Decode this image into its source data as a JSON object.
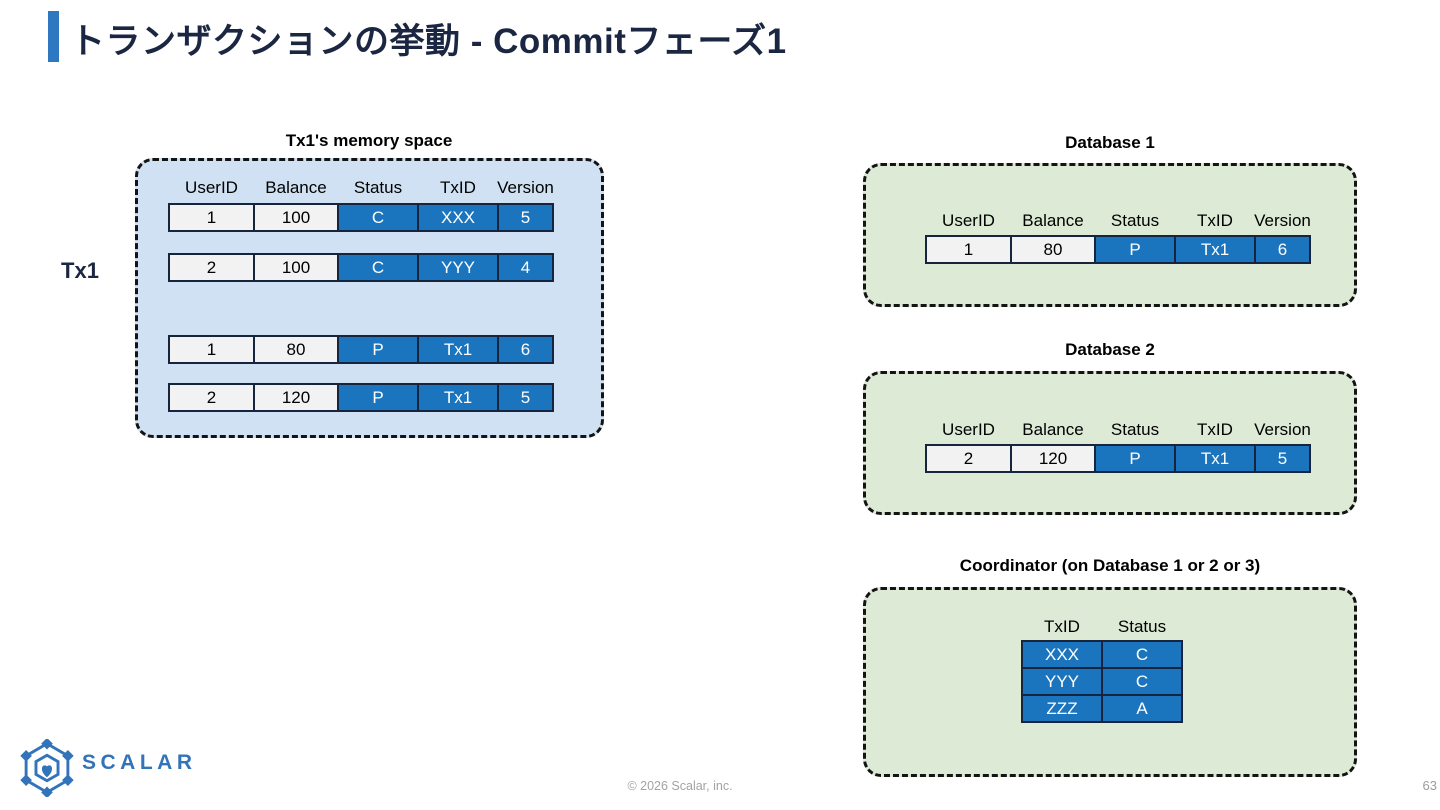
{
  "slide": {
    "title": "トランザクションの挙動 - Commitフェーズ1"
  },
  "memory_table": {
    "tx_label": "Tx1",
    "title": "Tx1's memory space",
    "headers": [
      "UserID",
      "Balance",
      "Status",
      "TxID",
      "Version"
    ],
    "rows": [
      [
        "1",
        "100",
        "C",
        "XXX",
        "5"
      ],
      [
        "2",
        "100",
        "C",
        "YYY",
        "4"
      ],
      [
        "1",
        "80",
        "P",
        "Tx1",
        "6"
      ],
      [
        "2",
        "120",
        "P",
        "Tx1",
        "5"
      ]
    ]
  },
  "database1": {
    "title": "Database 1",
    "headers": [
      "UserID",
      "Balance",
      "Status",
      "TxID",
      "Version"
    ],
    "rows": [
      [
        "1",
        "80",
        "P",
        "Tx1",
        "6"
      ]
    ]
  },
  "database2": {
    "title": "Database 2",
    "headers": [
      "UserID",
      "Balance",
      "Status",
      "TxID",
      "Version"
    ],
    "rows": [
      [
        "2",
        "120",
        "P",
        "Tx1",
        "5"
      ]
    ]
  },
  "coordinator": {
    "title": "Coordinator (on Database 1 or 2 or 3)",
    "headers": [
      "TxID",
      "Status"
    ],
    "rows": [
      [
        "XXX",
        "C"
      ],
      [
        "YYY",
        "C"
      ],
      [
        "ZZZ",
        "A"
      ]
    ]
  },
  "footer": {
    "logo_text": "SCALAR",
    "copyright": "© 2026 Scalar, inc.",
    "page_number": "63"
  },
  "colors": {
    "accent_blue": "#2E78C2",
    "title_navy": "#1B2742",
    "cell_blue": "#1B75BE",
    "cell_light": "#F2F2F2",
    "cell_border": "#16243D",
    "memory_panel_bg": "#CFE1F2",
    "database_panel_bg": "#DCEAD6",
    "logo_blue": "#3273BA",
    "footer_gray": "#A3A3A3"
  }
}
